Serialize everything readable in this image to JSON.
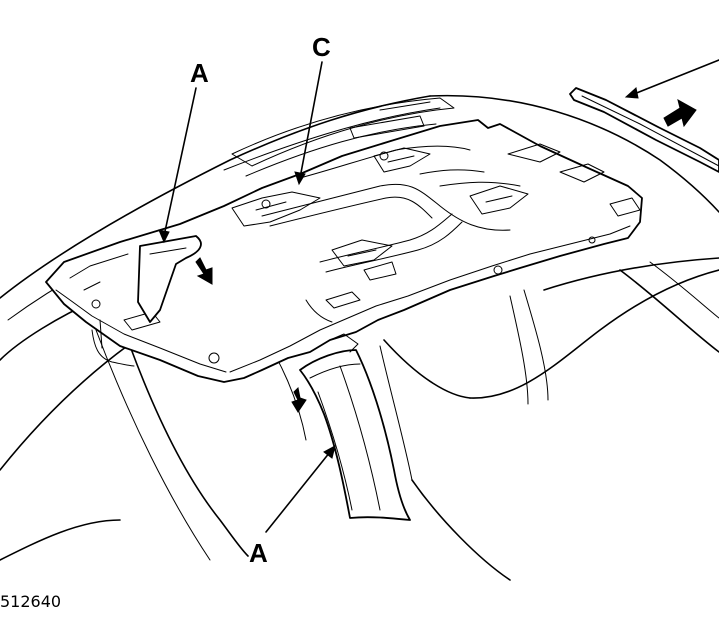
{
  "diagram": {
    "callouts": {
      "a_top": "A",
      "c": "C",
      "a_bottom": "A"
    },
    "reference_number": "512640"
  }
}
